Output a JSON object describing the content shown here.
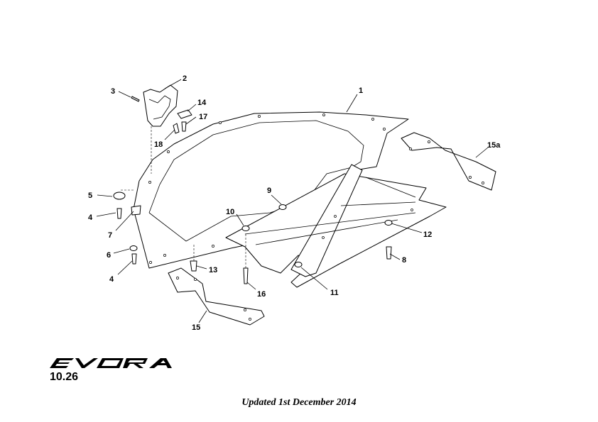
{
  "callouts": {
    "c1": "1",
    "c2": "2",
    "c3": "3",
    "c4a": "4",
    "c4b": "4",
    "c5": "5",
    "c6": "6",
    "c7": "7",
    "c8": "8",
    "c9": "9",
    "c10": "10",
    "c11": "11",
    "c12": "12",
    "c13": "13",
    "c14": "14",
    "c15": "15",
    "c15a": "15a",
    "c16": "16",
    "c17": "17",
    "c18": "18"
  },
  "brand": {
    "logo": "EVORA",
    "page_number": "10.26"
  },
  "footer": {
    "updated": "Updated 1st December 2014"
  }
}
